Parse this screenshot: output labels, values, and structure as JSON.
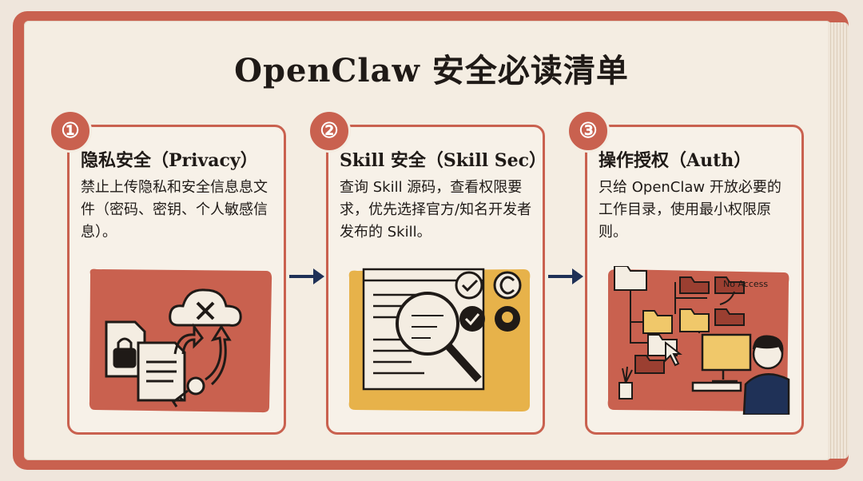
{
  "title": "OpenClaw 安全必读清单",
  "cards": [
    {
      "number": "①",
      "heading": "隐私安全（Privacy）",
      "body": "禁止上传隐私和安全信息息文件（密码、密钥、个人敏感信息）。",
      "illustration": "lock-file-key-cloud-illustration",
      "color": "#c9614f"
    },
    {
      "number": "②",
      "heading": "Skill 安全（Skill Sec）",
      "body": "查询 Skill 源码，查看权限要求，优先选择官方/知名开发者发布的 Skill。",
      "illustration": "magnifier-code-badges-illustration",
      "color": "#e7b24a"
    },
    {
      "number": "③",
      "heading": "操作授权（Auth）",
      "body": "只给 OpenClaw 开放必要的工作目录，使用最小权限原则。",
      "illustration": "folders-user-computer-illustration",
      "color": "#c9614f",
      "annotation": "No Access"
    }
  ],
  "colors": {
    "accent": "#c9614f",
    "yellow": "#e7b24a",
    "navy": "#1f3157",
    "paper": "#f4ede2"
  }
}
